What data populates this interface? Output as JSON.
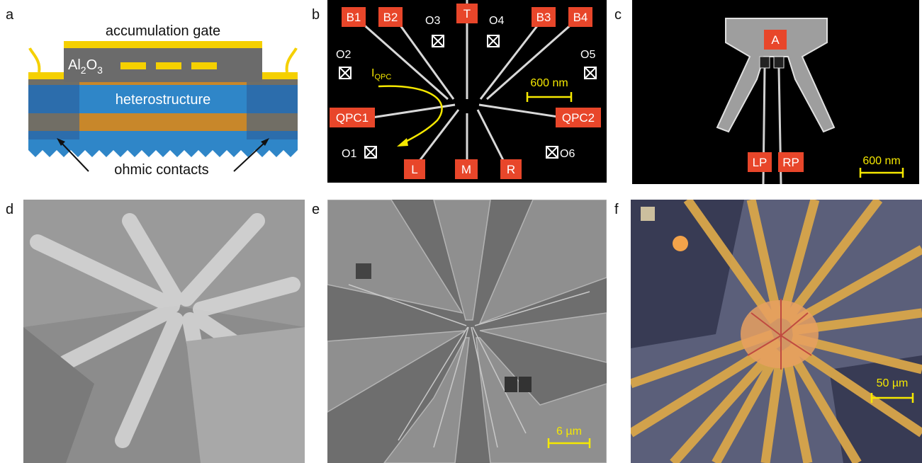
{
  "panel_labels": {
    "a": "a",
    "b": "b",
    "c": "c",
    "d": "d",
    "e": "e",
    "f": "f"
  },
  "panel_a": {
    "gate_label": "accumulation gate",
    "oxide_main": "Al",
    "oxide_sub1": "2",
    "oxide_mid": "O",
    "oxide_sub2": "3",
    "heterostructure_label": "heterostructure",
    "ohmic_label": "ohmic contacts"
  },
  "panel_b": {
    "gates_top": [
      "B1",
      "B2",
      "T",
      "B3",
      "B4"
    ],
    "gates_side": [
      "QPC1",
      "QPC2"
    ],
    "gates_bottom": [
      "L",
      "M",
      "R"
    ],
    "ohmics": [
      "O1",
      "O2",
      "O3",
      "O4",
      "O5",
      "O6"
    ],
    "current_main": "I",
    "current_sub": "QPC",
    "scalebar": "600 nm"
  },
  "panel_c": {
    "gate_top": "A",
    "gates_bottom": [
      "LP",
      "RP"
    ],
    "scalebar": "600 nm"
  },
  "panel_e": {
    "scalebar": "6 µm"
  },
  "panel_f": {
    "scalebar": "50 µm"
  },
  "colors": {
    "gold": "#f5d000",
    "label_red": "#e8462a",
    "scalebar_yellow": "#f5e800",
    "hetero_blue": "#2f86c8",
    "hetero_dark": "#2a5a96",
    "hetero_orange": "#c8872a",
    "oxide_gray": "#6b6b6b"
  }
}
